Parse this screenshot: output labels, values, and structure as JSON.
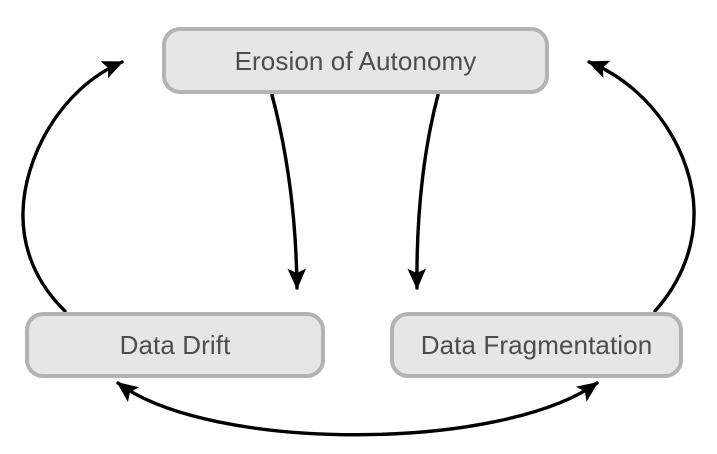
{
  "diagram": {
    "type": "causal-loop-diagram",
    "title": "",
    "background_color": "#ffffff",
    "node_fill_color": "#e6e6e6",
    "node_border_color": "#b3b3b3",
    "node_text_color": "#4d4d4d",
    "edge_color": "#000000",
    "nodes": [
      {
        "id": "erosion",
        "label": "Erosion of Autonomy"
      },
      {
        "id": "drift",
        "label": "Data Drift"
      },
      {
        "id": "fragment",
        "label": "Data Fragmentation"
      }
    ],
    "edges": [
      {
        "id": "drift-to-erosion",
        "from": "Data Drift",
        "to": "Erosion of Autonomy",
        "label": "",
        "direction": "forward",
        "style": "curved"
      },
      {
        "id": "erosion-to-drift",
        "from": "Erosion of Autonomy",
        "to": "Data Drift",
        "label": "",
        "direction": "forward",
        "style": "curved"
      },
      {
        "id": "erosion-to-fragment",
        "from": "Erosion of Autonomy",
        "to": "Data Fragmentation",
        "label": "",
        "direction": "forward",
        "style": "curved"
      },
      {
        "id": "fragment-to-erosion",
        "from": "Data Fragmentation",
        "to": "Erosion of Autonomy",
        "label": "",
        "direction": "forward",
        "style": "curved"
      },
      {
        "id": "drift-fragment",
        "from": "Data Drift",
        "to": "Data Fragmentation",
        "label": "",
        "direction": "bidirectional",
        "style": "curved"
      }
    ]
  }
}
